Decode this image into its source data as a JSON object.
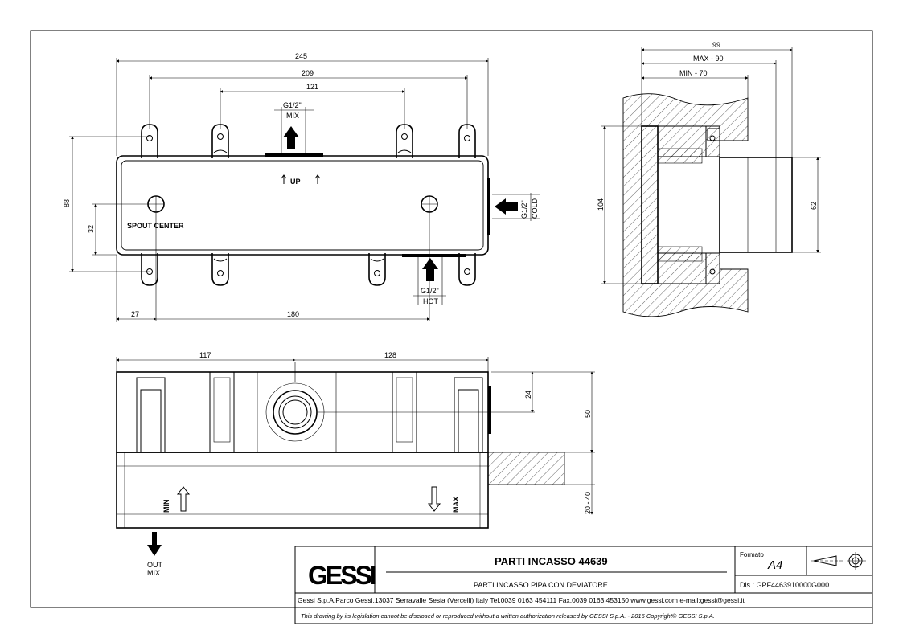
{
  "front_view": {
    "dims": {
      "overall": "245",
      "mount_outer": "209",
      "mount_inner": "121",
      "height": "88",
      "spout_offset": "32",
      "left_offset": "27",
      "spout_spacing": "180"
    },
    "labels": {
      "mix_thread": "G1/2\"",
      "mix": "MIX",
      "up": "UP",
      "spout_center": "SPOUT CENTER",
      "cold_thread": "G1/2\"",
      "cold": "COLD",
      "hot_thread": "G1/2\"",
      "hot": "HOT"
    }
  },
  "side_view": {
    "dims": {
      "total": "99",
      "max": "MAX - 90",
      "min": "MIN - 70",
      "height": "104",
      "pipe": "62"
    }
  },
  "bottom_view": {
    "dims": {
      "left": "117",
      "right": "128",
      "offset": "24",
      "depth": "50",
      "range": "20 - 40"
    },
    "labels": {
      "min": "MIN",
      "max": "MAX",
      "out": "OUT",
      "mix": "MIX"
    }
  },
  "title_block": {
    "logo": "GESSI",
    "title": "PARTI INCASSO 44639",
    "subtitle": "PARTI INCASSO PIPA CON  DEVIATORE",
    "format_label": "Formato",
    "format_value": "A4",
    "drawing_no": "Dis.: GPF4463910000G000",
    "address": "Gessi S.p.A.Parco Gessi,13037 Serravalle Sesia (Vercelli) Italy Tel.0039 0163 454111 Fax.0039 0163 453150 www.gessi.com e-mail:gessi@gessi.it",
    "copyright": "This drawing by its legislation cannot be disclosed or reproduced without a written authorization released by GESSI S.p.A. - 2016 Copyright© GESSI S.p.A."
  }
}
